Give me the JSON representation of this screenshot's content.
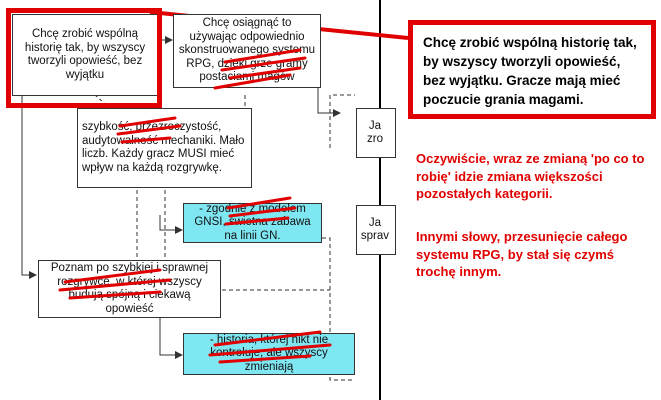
{
  "diagram": {
    "box_main_goal": "Chcę zrobić wspólną historię tak, by wszyscy tworzyli opowieść, bez wyjątku",
    "box_magic": "Chcę osiągnąć to używając odpowiednio skonstruowanego systemu RPG, dzięki grze gramy postaciami magów",
    "note_speed": "szybkość, przezroczystość, audytowalność mechaniki. Mało liczb. Każdy gracz MUSI mieć wpływ na każdą rozgrywkę.",
    "box_gnsi": "- zgodnie z modelem GNSI, świetna zabawa na linii GN.",
    "box_fast_resolve": "Poznam po szybkiej i sprawnej rozgrywce, w której wszyscy budują spójną i ciekawą opowieść",
    "box_history": "- historia, której nikt nie kontroluje, ale wszyscy zmieniają",
    "partial_box_1": "Ja zro",
    "partial_box_2": "Ja sprav"
  },
  "callout": {
    "text": "Chcę zrobić wspólną historię tak, by wszyscy tworzyli opowieść, bez wyjątku. Gracze mają mieć poczucie grania magami."
  },
  "commentary": {
    "p1": "Oczywiście, wraz ze zmianą 'po co to robię' idzie zmiana większości pozostałych kategorii.",
    "p2": "Innymi słowy, przesunięcie całego systemu RPG, by stał się czymś trochę innym."
  },
  "colors": {
    "accent_red": "#e00000",
    "cyan_fill": "#7fe7f2"
  }
}
